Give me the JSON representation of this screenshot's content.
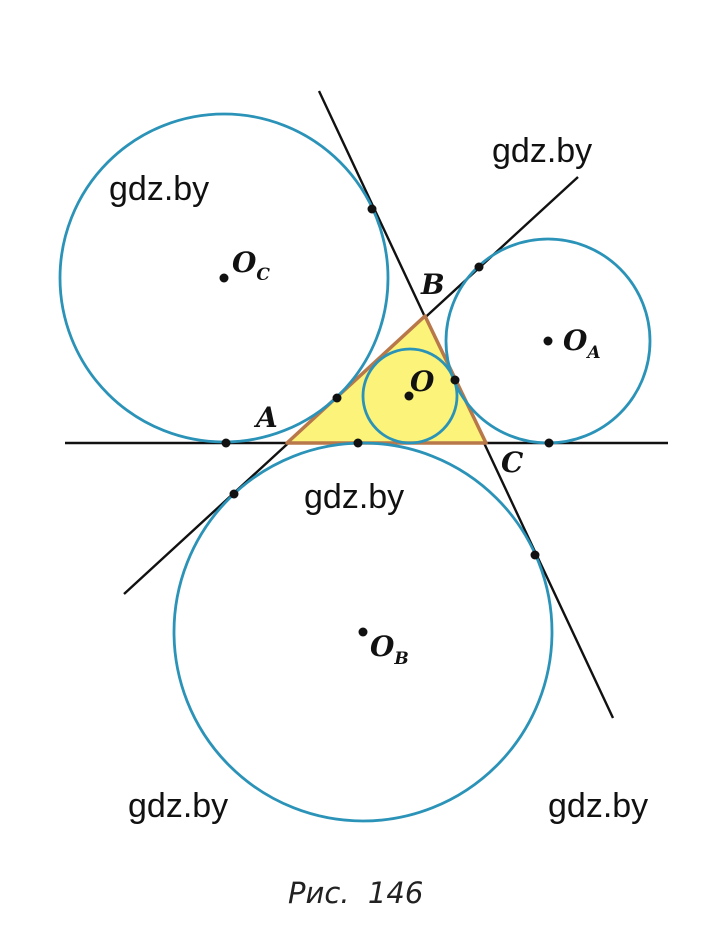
{
  "figure": {
    "caption": "Рис.  146",
    "colors": {
      "circle": "#2b93b8",
      "line": "#111111",
      "triangle_fill": "#fbf37a",
      "triangle_stroke": "#b8784a"
    },
    "points": {
      "A": "A",
      "B": "B",
      "C": "C",
      "O": "O",
      "OA": {
        "main": "O",
        "sub": "A"
      },
      "OB": {
        "main": "O",
        "sub": "B"
      },
      "OC": {
        "main": "O",
        "sub": "C"
      }
    },
    "watermarks": [
      "gdz.by",
      "gdz.by",
      "gdz.by",
      "gdz.by",
      "gdz.by"
    ]
  }
}
